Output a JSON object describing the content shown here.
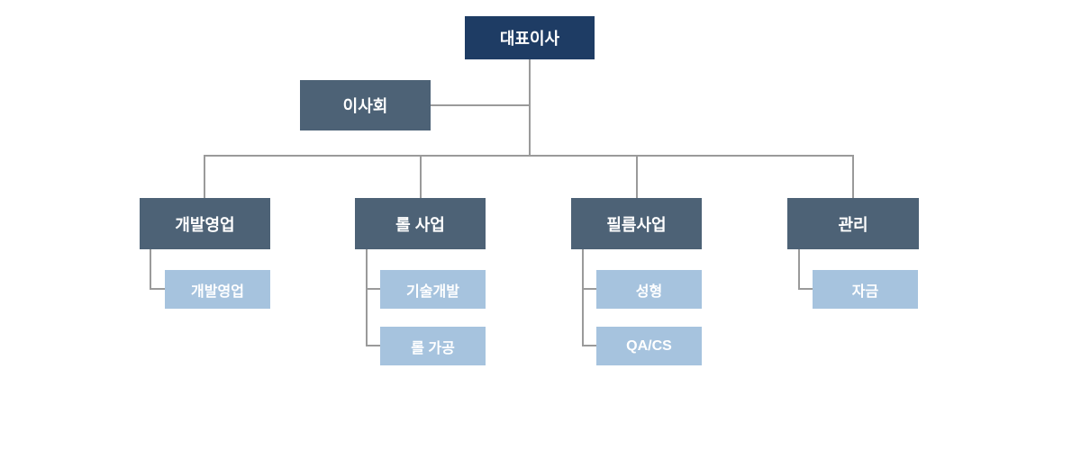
{
  "org_chart": {
    "title": "organization-chart",
    "ceo": {
      "label": "대표이사"
    },
    "board": {
      "label": "이사회"
    },
    "departments": [
      {
        "label": "개발영업",
        "children": [
          {
            "label": "개발영업"
          }
        ]
      },
      {
        "label": "롤 사업",
        "children": [
          {
            "label": "기술개발"
          },
          {
            "label": "롤 가공"
          }
        ]
      },
      {
        "label": "필름사업",
        "children": [
          {
            "label": "성형"
          },
          {
            "label": "QA/CS"
          }
        ]
      },
      {
        "label": "관리",
        "children": [
          {
            "label": "자금"
          }
        ]
      }
    ],
    "colors": {
      "page-bg": "#ffffff",
      "ceo-box": "#1e3c64",
      "dept-box": "#4d6276",
      "sub-box": "#a6c3de",
      "connector": "#9a9a9a",
      "label-text": "#ffffff"
    }
  }
}
